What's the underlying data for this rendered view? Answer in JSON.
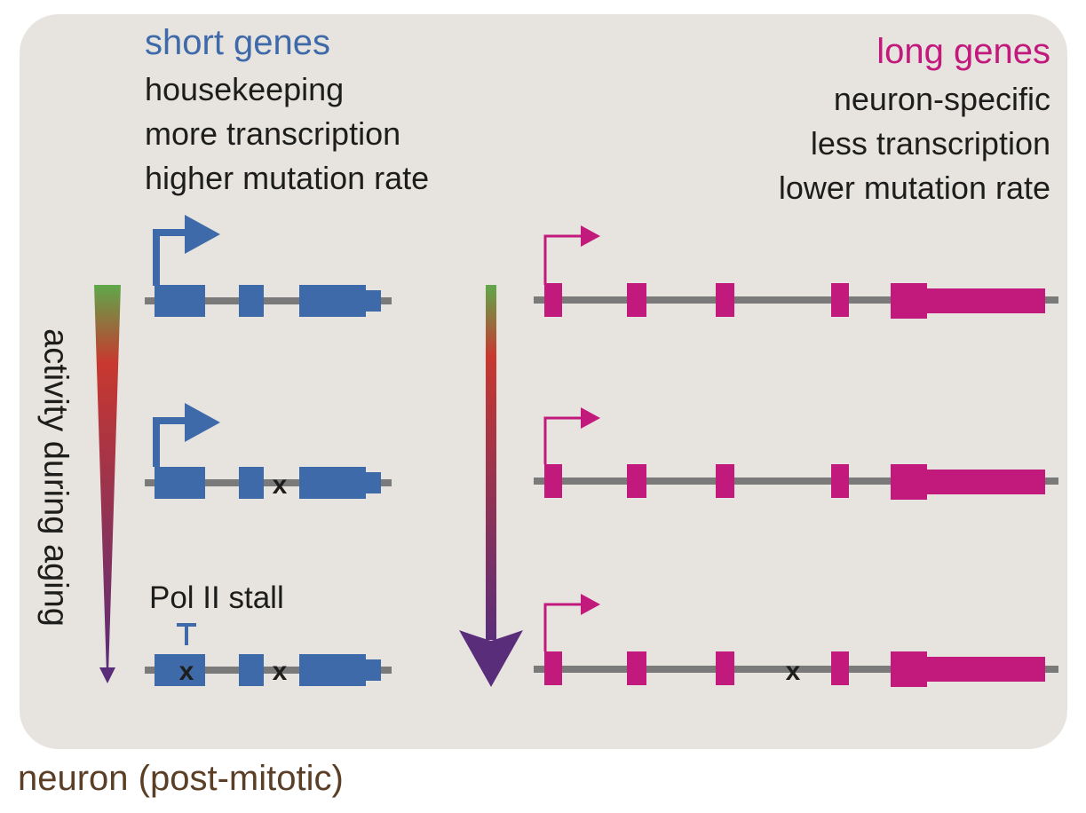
{
  "short_genes": {
    "title": "short genes",
    "lines": [
      "housekeeping",
      "more transcription",
      "higher mutation rate"
    ]
  },
  "long_genes": {
    "title": "long genes",
    "lines": [
      "neuron-specific",
      "less transcription",
      "lower mutation rate"
    ]
  },
  "axis_label": "activity during aging",
  "stall_label": "Pol II stall",
  "mutation_mark": "x",
  "footer": "neuron (post-mitotic)",
  "colors": {
    "short": "#3f6aa9",
    "long": "#c2197c",
    "backbone": "#7a7a7a",
    "gradient": [
      "#5fa84a",
      "#c8382f",
      "#5a2d7a"
    ],
    "panel": "#e7e4e0",
    "footer": "#5a3e25"
  }
}
